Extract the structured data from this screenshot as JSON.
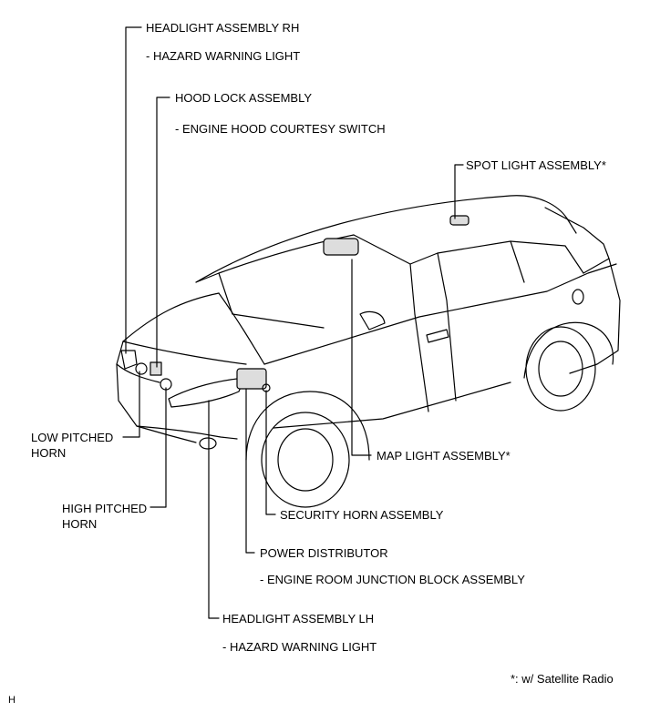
{
  "labels": {
    "headlight_rh": "HEADLIGHT ASSEMBLY RH",
    "headlight_rh_sub": "- HAZARD WARNING LIGHT",
    "hood_lock": "HOOD LOCK ASSEMBLY",
    "hood_lock_sub": "- ENGINE HOOD COURTESY SWITCH",
    "spot_light": "SPOT LIGHT ASSEMBLY*",
    "low_horn_1": "LOW PITCHED",
    "low_horn_2": "HORN",
    "high_horn_1": "HIGH PITCHED",
    "high_horn_2": "HORN",
    "map_light": "MAP LIGHT ASSEMBLY*",
    "security_horn": "SECURITY HORN ASSEMBLY",
    "power_distributor": "POWER DISTRIBUTOR",
    "power_distributor_sub": "- ENGINE ROOM JUNCTION BLOCK ASSEMBLY",
    "headlight_lh": "HEADLIGHT ASSEMBLY LH",
    "headlight_lh_sub": "- HAZARD WARNING LIGHT",
    "footnote": "*: w/ Satellite Radio",
    "corner_mark": "H"
  }
}
